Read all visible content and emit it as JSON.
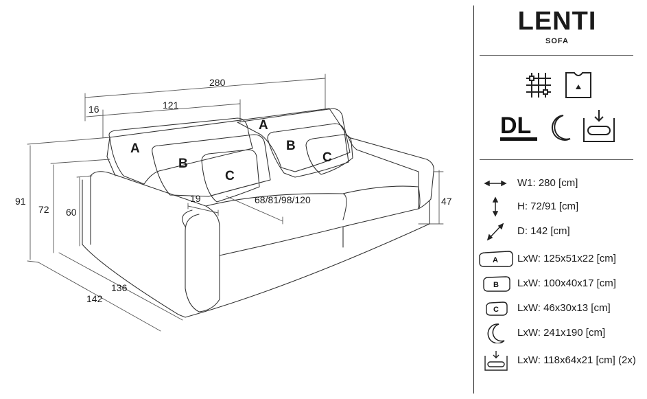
{
  "product": {
    "name": "LENTI",
    "type": "SOFA"
  },
  "features": [
    {
      "icon": "fabric-icon"
    },
    {
      "icon": "upholstery-icon"
    },
    {
      "icon": "dl-logo",
      "label": "DL"
    },
    {
      "icon": "sleep-function-icon"
    },
    {
      "icon": "storage-container-icon"
    }
  ],
  "diagram": {
    "dimensions": {
      "total_width": "280",
      "armrest_offset": "16",
      "seat_width": "121",
      "total_height": "91",
      "back_height": "72",
      "arm_height": "60",
      "seat_height": "47",
      "total_depth": "142",
      "seat_depth": "136",
      "arm_width": "19",
      "seat_depth_range": "68/81/98/120"
    },
    "cushion_labels": [
      "A",
      "A",
      "B",
      "B",
      "C",
      "C"
    ]
  },
  "specs": [
    {
      "icon": "width-arrow-icon",
      "text": "W1: 280 [cm]"
    },
    {
      "icon": "height-arrow-icon",
      "text": "H: 72/91 [cm]"
    },
    {
      "icon": "depth-arrow-icon",
      "text": "D: 142 [cm]"
    },
    {
      "icon": "cushion-a-icon",
      "badge": "A",
      "text": "LxW: 125x51x22 [cm]"
    },
    {
      "icon": "cushion-b-icon",
      "badge": "B",
      "text": "LxW: 100x40x17 [cm]"
    },
    {
      "icon": "cushion-c-icon",
      "badge": "C",
      "text": "LxW: 46x30x13 [cm]"
    },
    {
      "icon": "moon-icon",
      "text": "LxW: 241x190 [cm]"
    },
    {
      "icon": "storage-icon",
      "text": "LxW: 118x64x21 [cm]  (2x)"
    }
  ]
}
